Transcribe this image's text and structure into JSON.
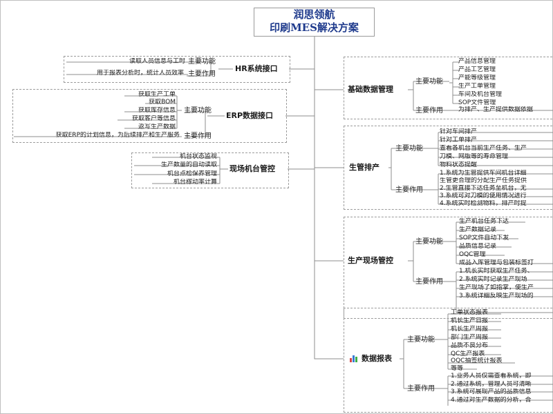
{
  "root": {
    "line1": "润思领航",
    "line2": "印刷MES解决方案"
  },
  "left": {
    "hr": {
      "label": "HR系统接口",
      "func_label": "主要功能",
      "use_label": "主要作用",
      "func_items": [
        "读取人员信息与工时"
      ],
      "use_items": [
        "用于报表分析时，统计人员效率"
      ]
    },
    "erp": {
      "label": "ERP数据接口",
      "func_label": "主要功能",
      "use_label": "主要作用",
      "func_items": [
        "获取生产工单",
        "获取BOM",
        "获取库存信息",
        "获取客户等信息",
        "返写生产数据"
      ],
      "use_items": [
        "获取ERP的计划信息，为后续排产和生产服务"
      ]
    },
    "onsite": {
      "label": "现场机台管控",
      "items": [
        "机台状态监视",
        "生产数量的自动读取",
        "机台点检保养管理",
        "机台稼动率计算"
      ]
    }
  },
  "right": {
    "basic": {
      "label": "基础数据管理",
      "func_label": "主要功能",
      "use_label": "主要作用",
      "func_items": [
        "产品信息管理",
        "产品工艺管理",
        "产能等级管理",
        "生产工单管理",
        "车间及机台管理",
        "SOP文件管理"
      ],
      "use_items": [
        "为排产、生产提供数据依据"
      ]
    },
    "schedule": {
      "label": "生管排产",
      "func_label": "主要功能",
      "use_label": "主要作用",
      "func_items": [
        "针对车间排产",
        "针对工单排产",
        "查看各机台当前生产任务、生产",
        "刀模、网版等的寿命管理",
        "物料状态提醒"
      ],
      "use_items": [
        "1.系统为生管提供车间机台详细",
        "生管更合理的分配生产任务提供",
        "2.生管直接下达任务至机台，无",
        "3.系统可对刀模的使用情况进行",
        "4.系统实时检测物料，排产时提"
      ]
    },
    "floor": {
      "label": "生产现场管控",
      "func_label": "主要功能",
      "use_label": "主要作用",
      "func_items": [
        "生产机台任务下达",
        "生产数据记录",
        "SOP文件自动下发",
        "品质信息记录",
        "OQC管理",
        "成品入库管理与包装标签打"
      ],
      "use_items": [
        "1.机长实时获取生产任务、",
        "2.系统实时记录生产现场",
        "生产现场了如指掌，使生产",
        "3.系统详细反映生产现场的"
      ]
    },
    "report": {
      "label": "数据报表",
      "func_label": "主要功能",
      "use_label": "主要作用",
      "func_items": [
        "工单状态报表",
        "机长生产日报",
        "机长生产周报",
        "部门生产周报",
        "品质不良分布",
        "QC生产报表",
        "OQC抽签统计报表",
        "等等"
      ],
      "use_items": [
        "1.业务人员仅需查看系统，即",
        "2.通过系统，管理人员可清晰",
        "3.系统可展现产品的品质信息",
        "4.通过对生产数据的分析，合"
      ]
    }
  },
  "colors": {
    "root_text": "#1e3a8c",
    "line": "#8c8c8c",
    "box_border": "#9a9a9a"
  }
}
